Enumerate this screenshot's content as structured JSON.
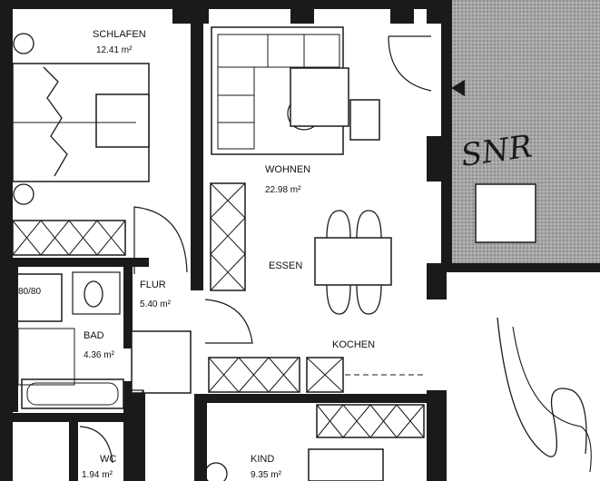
{
  "rooms": {
    "schlafen": {
      "name": "SCHLAFEN",
      "area": "12.41 m²"
    },
    "wohnen": {
      "name": "WOHNEN",
      "area": "22.98 m²"
    },
    "essen": {
      "name": "ESSEN"
    },
    "flur": {
      "name": "FLUR",
      "area": "5.40 m²"
    },
    "bad": {
      "name": "BAD",
      "area": "4.36 m²"
    },
    "shower": {
      "name": "80/80"
    },
    "kochen": {
      "name": "KOCHEN"
    },
    "wc": {
      "name": "WC",
      "area": "1.94 m²"
    },
    "kind": {
      "name": "KIND",
      "area": "9.35 m²"
    }
  },
  "annotation": {
    "handwritten": "SNR"
  },
  "colors": {
    "ink": "#1a1a1a",
    "balcony": "#9a9a9a",
    "paper": "#ffffff"
  }
}
